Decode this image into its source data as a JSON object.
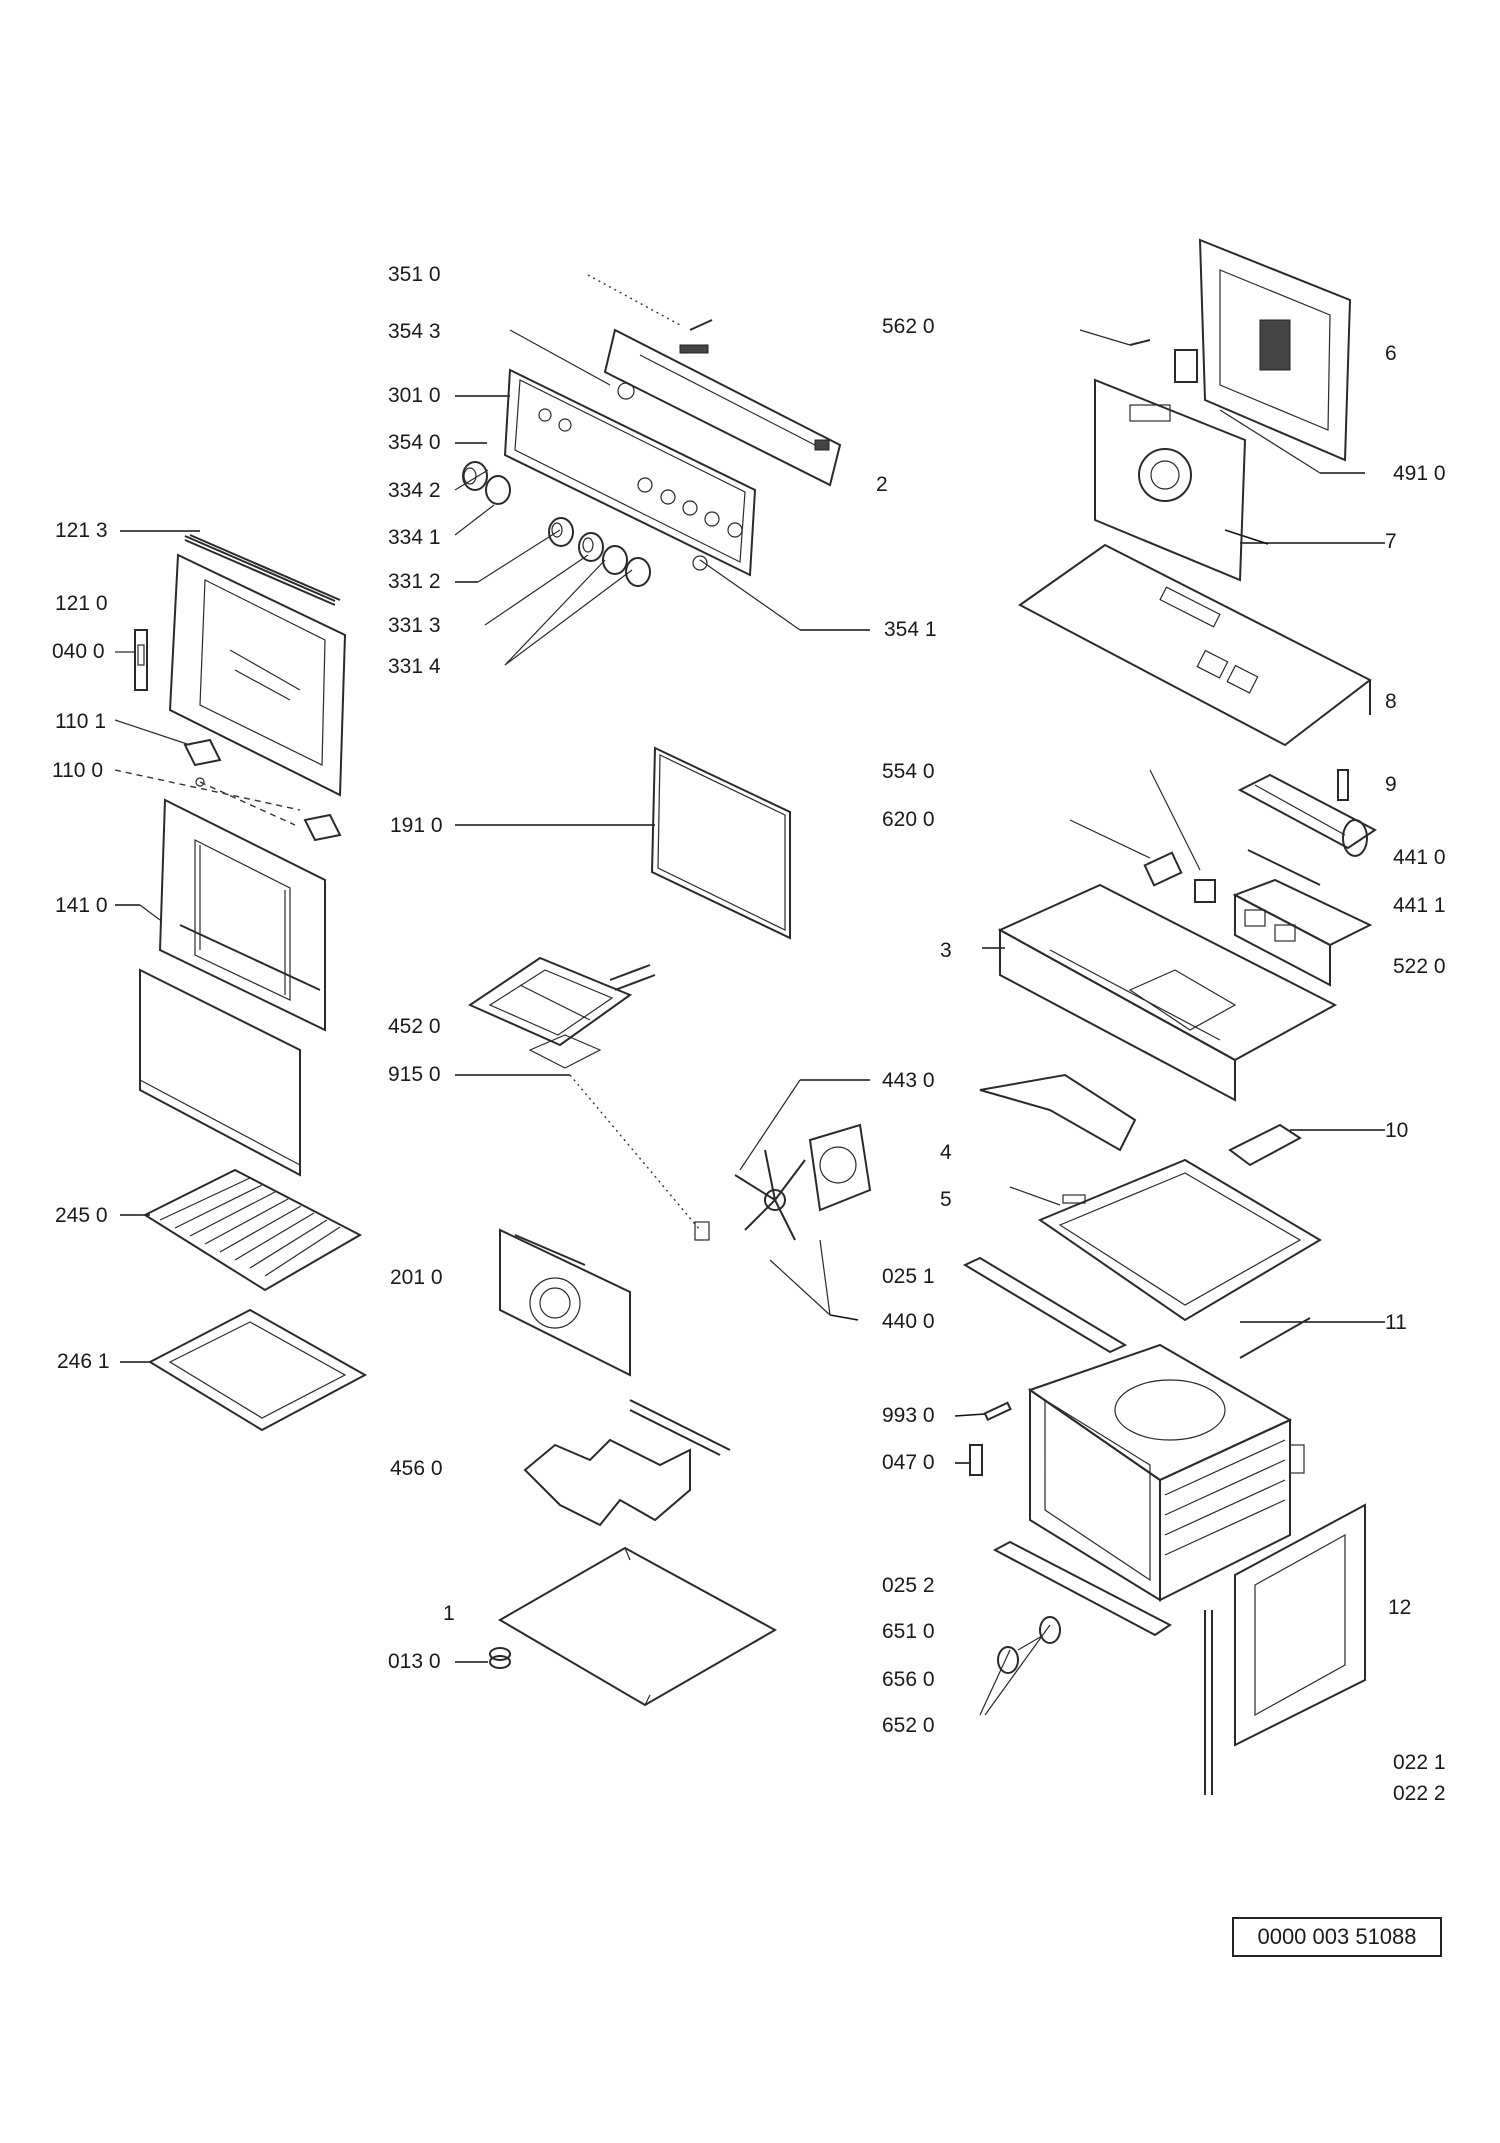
{
  "document_id": "0000 003 51088",
  "part_labels": {
    "p3510": "351 0",
    "p3543": "354 3",
    "p3010": "301 0",
    "p3540": "354 0",
    "p3342": "334 2",
    "p3341": "334 1",
    "p3312": "331 2",
    "p3313": "331 3",
    "p3314": "331 4",
    "p3541": "354 1",
    "p5620": "562 0",
    "p2": "2",
    "p6": "6",
    "p4910": "491 0",
    "p7": "7",
    "p8": "8",
    "p1213": "121 3",
    "p1210": "121 0",
    "p0400": "040 0",
    "p1101": "110 1",
    "p1100": "110 0",
    "p1410": "141 0",
    "p1910": "191 0",
    "p5540": "554 0",
    "p6200": "620 0",
    "p9": "9",
    "p4410": "441 0",
    "p4411": "441 1",
    "p3": "3",
    "p5220": "522 0",
    "p4520": "452 0",
    "p9150": "915 0",
    "p4430": "443 0",
    "p4": "4",
    "p5": "5",
    "p10": "10",
    "p2450": "245 0",
    "p2010": "201 0",
    "p0251": "025 1",
    "p4400": "440 0",
    "p11": "11",
    "p2461": "246 1",
    "p9930": "993 0",
    "p0470": "047 0",
    "p4560": "456 0",
    "p0252": "025 2",
    "p12": "12",
    "p1": "1",
    "p6510": "651 0",
    "p0130": "013 0",
    "p6560": "656 0",
    "p6520": "652 0",
    "p0221": "022 1",
    "p0222": "022 2"
  }
}
